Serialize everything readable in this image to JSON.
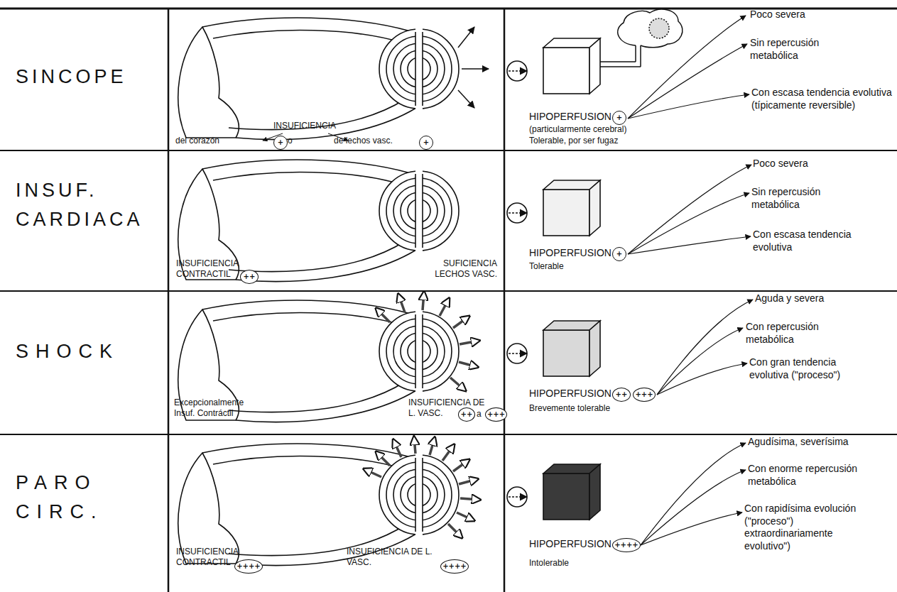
{
  "diagram": {
    "nodes": [
      {
        "text": [
          "+"
        ]
      },
      {
        "text": [
          "+"
        ]
      },
      {
        "text": [
          "+"
        ]
      },
      {
        "text": [
          "++"
        ]
      },
      {
        "text": [
          "+"
        ]
      },
      {
        "text": [
          "++"
        ]
      },
      {
        "text": [
          "+++"
        ]
      },
      {
        "text": [
          "++"
        ]
      },
      {
        "text": [
          "+++"
        ]
      },
      {
        "text": [
          "++++"
        ]
      },
      {
        "text": [
          "++++"
        ]
      },
      {
        "text": [
          "++++"
        ]
      }
    ],
    "labels": [
      "SINCOPE",
      "INSUFICIENCIA",
      "del corazón",
      "o",
      "de lechos vasc.",
      "HIPOPERFUSION",
      "(particularmente cerebral)",
      "Tolerable, por ser fugaz",
      "Poco severa",
      "Sin repercusión metabólica",
      "Con escasa tendencia evolutiva (típicamente reversible)",
      "INSUF. CARDIACA",
      "INSUFICIENCIA CONTRACTIL",
      "SUFICIENCIA LECHOS VASC.",
      "HIPOPERFUSION",
      "Tolerable",
      "Poco severa",
      "Sin repercusión metabólica",
      "Con escasa tendencia evolutiva",
      "SHOCK",
      "Excepcionalmente Insuf. Contráctil",
      "INSUFICIENCIA DE L. VASC.",
      "a",
      "HIPOPERFUSION",
      "Brevemente tolerable",
      "Aguda y severa",
      "Con repercusión metabólica",
      "Con gran tendencia evolutiva (\"proceso\")",
      "PARO CIRC.",
      "INSUFICIENCIA CONTRACTIL",
      "INSUFICIENCIA DE L. VASC.",
      "HIPOPERFUSION",
      "Intolerable",
      "Agudísima, severísima",
      "Con enorme repercusión metabólica",
      "Con rapidísima evolución (\"proceso\") extraordinariamente evolutivo\")"
    ]
  }
}
